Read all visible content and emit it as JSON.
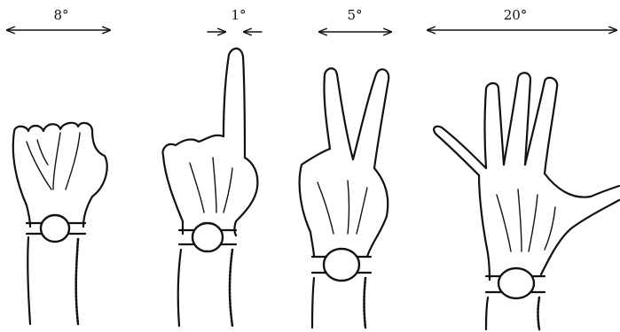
{
  "figure": {
    "labels": {
      "fist": "8°",
      "one_finger": "1°",
      "two_fingers": "5°",
      "open_hand": "20°"
    },
    "icons": [
      "double-headed-arrow",
      "inward-arrows",
      "hand-fist",
      "hand-index-up",
      "hand-victory",
      "hand-spread"
    ]
  }
}
